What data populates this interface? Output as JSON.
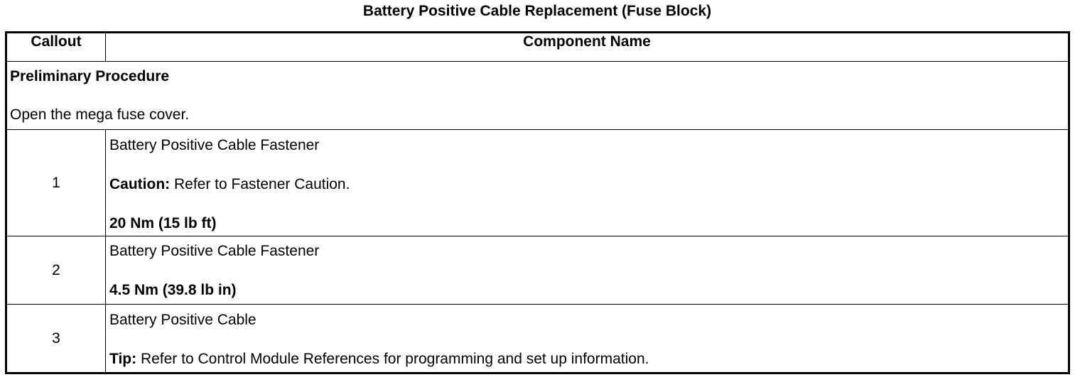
{
  "title": "Battery Positive Cable Replacement (Fuse Block)",
  "table": {
    "headers": {
      "callout": "Callout",
      "component": "Component Name"
    },
    "preliminary": {
      "heading": "Preliminary Procedure",
      "step": "Open the mega fuse cover."
    },
    "rows": [
      {
        "callout": "1",
        "name": "Battery Positive Cable Fastener",
        "note_label": "Caution:",
        "note_text": " Refer to Fastener Caution.",
        "torque": "20 Nm (15 lb ft)"
      },
      {
        "callout": "2",
        "name": "Battery Positive Cable Fastener",
        "torque": "4.5 Nm (39.8 lb in)"
      },
      {
        "callout": "3",
        "name": "Battery Positive Cable",
        "note_label": "Tip:",
        "note_text": " Refer to Control Module References for programming and set up information."
      }
    ]
  }
}
